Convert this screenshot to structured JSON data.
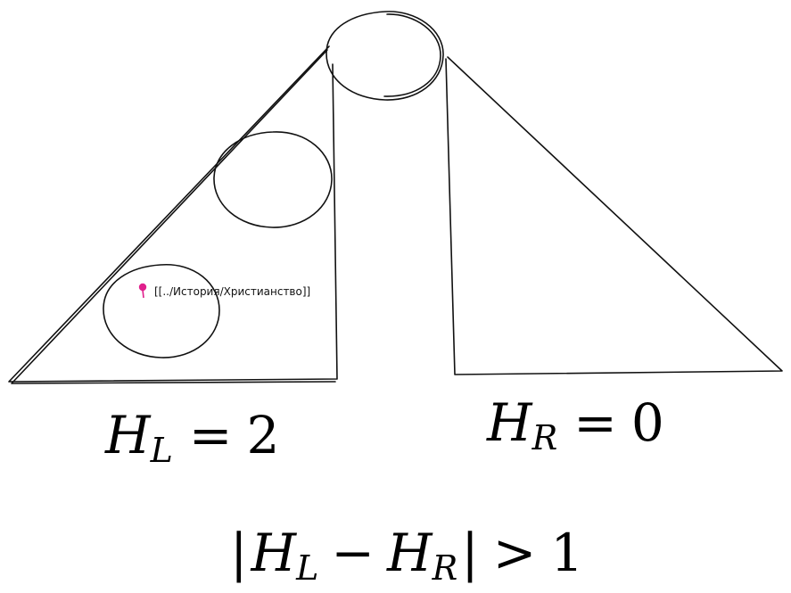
{
  "diagram": {
    "link_label": "[[../История/Христианство]]",
    "pin_color": "#e0208c",
    "left_height": {
      "letter": "H",
      "subscript": "L",
      "relation": "=",
      "value": "2"
    },
    "right_height": {
      "letter": "H",
      "subscript": "R",
      "relation": "=",
      "value": "0"
    },
    "balance_condition": {
      "open_bar": "|",
      "left_letter": "H",
      "left_sub": "L",
      "minus": "−",
      "right_letter": "H",
      "right_sub": "R",
      "close_bar": "|",
      "comparison": ">",
      "threshold": "1"
    }
  }
}
